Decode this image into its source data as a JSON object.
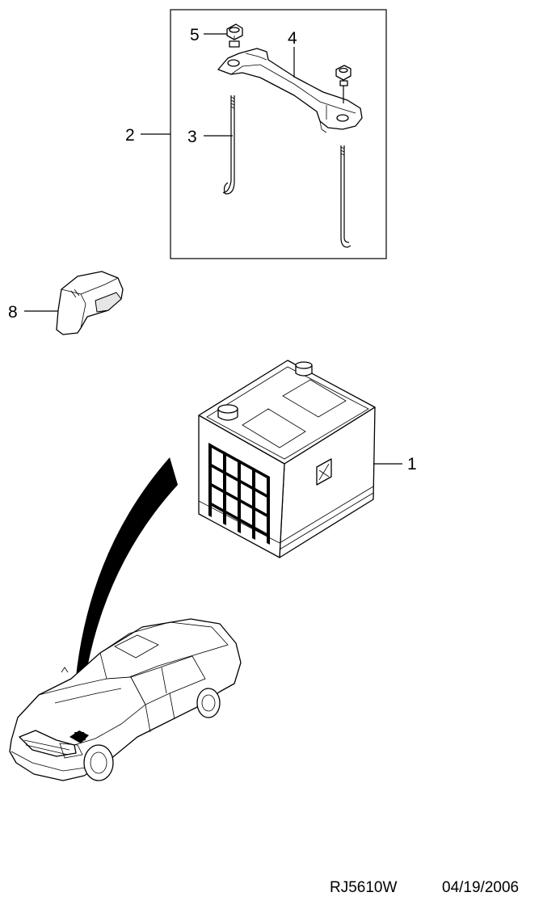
{
  "callouts": [
    {
      "id": "1",
      "label": "1"
    },
    {
      "id": "2",
      "label": "2"
    },
    {
      "id": "3",
      "label": "3"
    },
    {
      "id": "4",
      "label": "4"
    },
    {
      "id": "5",
      "label": "5"
    },
    {
      "id": "8",
      "label": "8"
    }
  ],
  "footer": {
    "code": "RJ5610W",
    "date": "04/19/2006"
  }
}
